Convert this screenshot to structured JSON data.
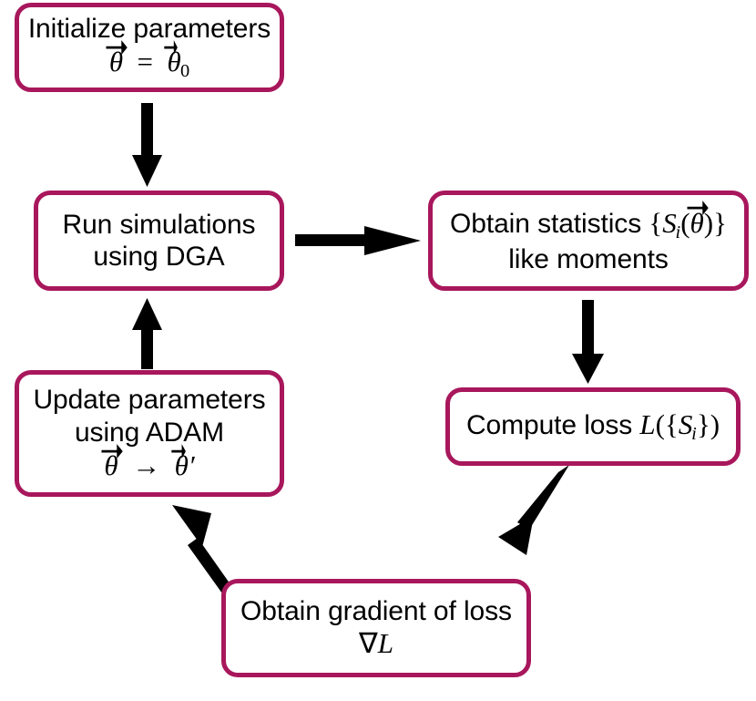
{
  "diagram": {
    "title": "Parameter optimization loop flowchart",
    "accent_color": "#A8175C",
    "arrow_color": "#000000",
    "background": "#FFFFFF",
    "nodes": [
      {
        "id": "init",
        "name": "initialize-parameters",
        "line1": "Initialize parameters",
        "line2_math": "θ⃗ = θ⃗₀"
      },
      {
        "id": "run",
        "name": "run-simulations",
        "line1": "Run simulations",
        "line2": "using DGA"
      },
      {
        "id": "stats",
        "name": "obtain-statistics",
        "line1_prefix": "Obtain statistics ",
        "line1_math": "{Sᵢ(θ⃗)}",
        "line2": "like moments"
      },
      {
        "id": "loss",
        "name": "compute-loss",
        "line1_prefix": "Compute loss ",
        "line1_math": "L({Sᵢ})"
      },
      {
        "id": "update",
        "name": "update-parameters",
        "line1": "Update parameters",
        "line2": "using ADAM",
        "line3_math": "θ⃗ → θ⃗′"
      },
      {
        "id": "grad",
        "name": "obtain-gradient",
        "line1": "Obtain gradient of loss",
        "line2_math": "∇L"
      }
    ],
    "edges": [
      {
        "name": "edge-init-to-run",
        "from": "init",
        "to": "run",
        "direction": "down"
      },
      {
        "name": "edge-run-to-stats",
        "from": "run",
        "to": "stats",
        "direction": "right"
      },
      {
        "name": "edge-stats-to-loss",
        "from": "stats",
        "to": "loss",
        "direction": "down"
      },
      {
        "name": "edge-loss-to-grad",
        "from": "loss",
        "to": "grad",
        "direction": "down-left"
      },
      {
        "name": "edge-grad-to-update",
        "from": "grad",
        "to": "update",
        "direction": "up-left"
      },
      {
        "name": "edge-update-to-run",
        "from": "update",
        "to": "run",
        "direction": "up"
      }
    ]
  }
}
